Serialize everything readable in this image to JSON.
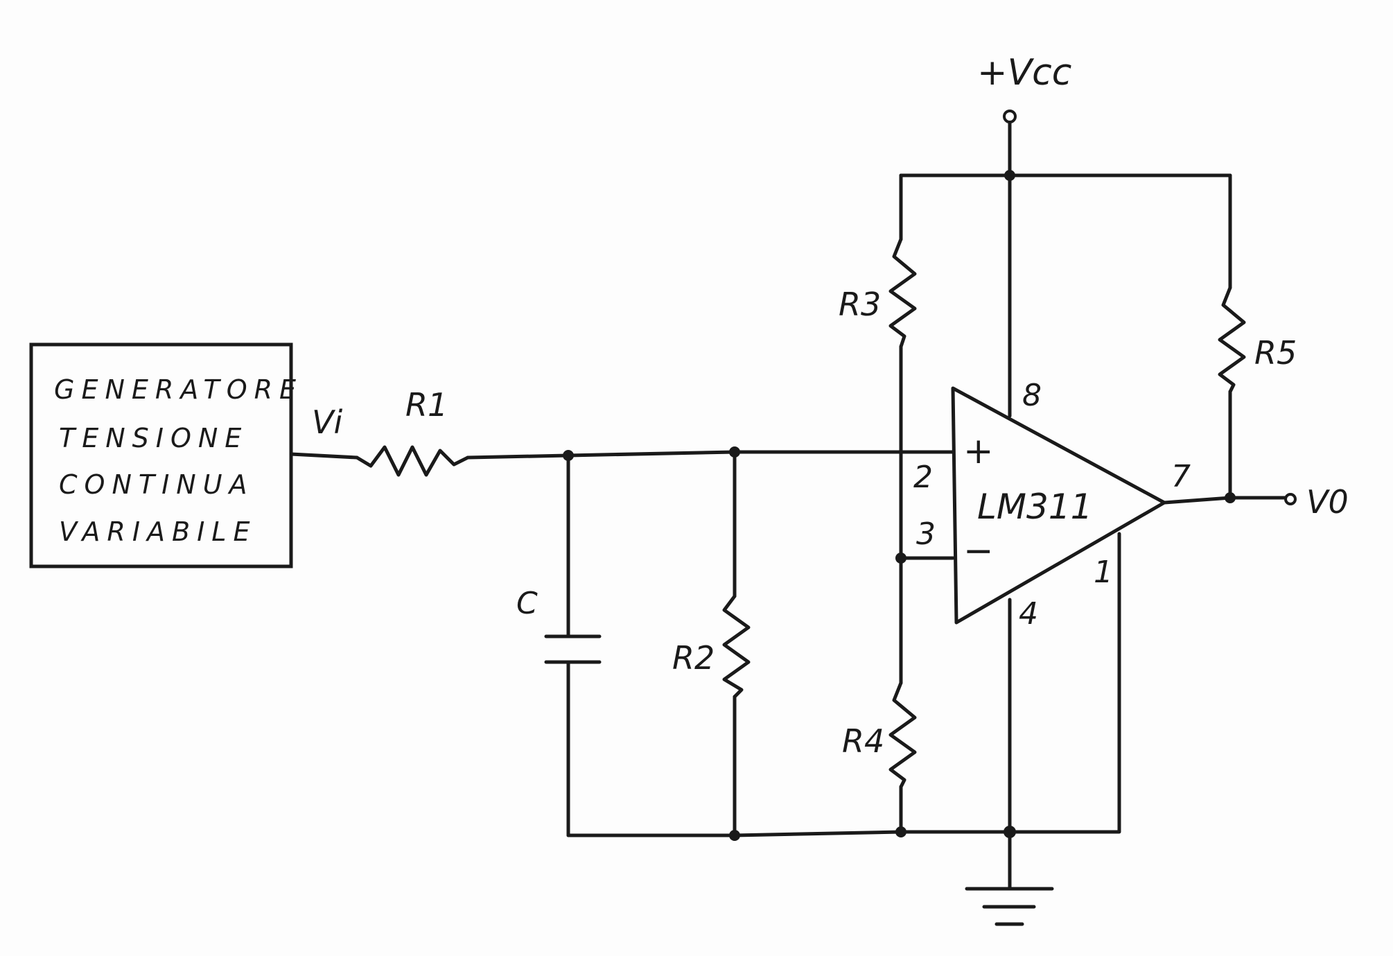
{
  "generator": {
    "line1": "GENERATORE",
    "line2": "TENSIONE",
    "line3": "CONTINUA",
    "line4": "VARIABILE"
  },
  "labels": {
    "vcc": "+Vcc",
    "vi": "Vi",
    "vo": "V0",
    "r1": "R1",
    "r2": "R2",
    "r3": "R3",
    "r4": "R4",
    "r5": "R5",
    "c": "C",
    "ic": "LM311",
    "plus": "+",
    "minus": "−",
    "pin8": "8",
    "pin2": "2",
    "pin3": "3",
    "pin4": "4",
    "pin7": "7",
    "pin1": "1"
  }
}
